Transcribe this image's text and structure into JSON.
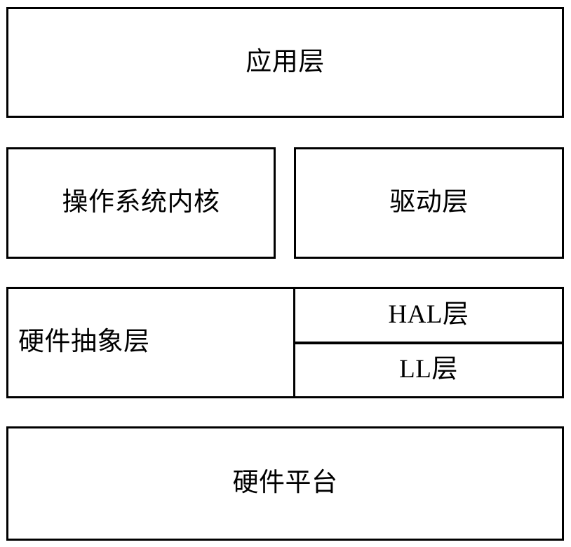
{
  "diagram": {
    "type": "layered-architecture",
    "title": "",
    "colors": {
      "border": "#000000",
      "background": "#ffffff",
      "text": "#000000"
    },
    "rows": [
      {
        "id": "application",
        "boxes": [
          {
            "id": "application-layer",
            "label": "应用层",
            "align": "center"
          }
        ]
      },
      {
        "id": "system",
        "boxes": [
          {
            "id": "os-kernel",
            "label": "操作系统内核",
            "align": "center"
          },
          {
            "id": "driver-layer",
            "label": "驱动层",
            "align": "center"
          }
        ]
      },
      {
        "id": "abstraction",
        "boxes": [
          {
            "id": "hardware-abstraction-layer",
            "label": "硬件抽象层",
            "align": "left"
          },
          {
            "id": "hal-sub",
            "label": "HAL层",
            "align": "center"
          },
          {
            "id": "ll-sub",
            "label": "LL层",
            "align": "center"
          }
        ]
      },
      {
        "id": "hardware",
        "boxes": [
          {
            "id": "hardware-platform",
            "label": "硬件平台",
            "align": "center"
          }
        ]
      }
    ],
    "labels": {
      "application_layer": "应用层",
      "os_kernel": "操作系统内核",
      "driver_layer": "驱动层",
      "hardware_abstraction_layer": "硬件抽象层",
      "hal_sublayer": "HAL层",
      "ll_sublayer": "LL层",
      "hardware_platform": "硬件平台"
    }
  }
}
